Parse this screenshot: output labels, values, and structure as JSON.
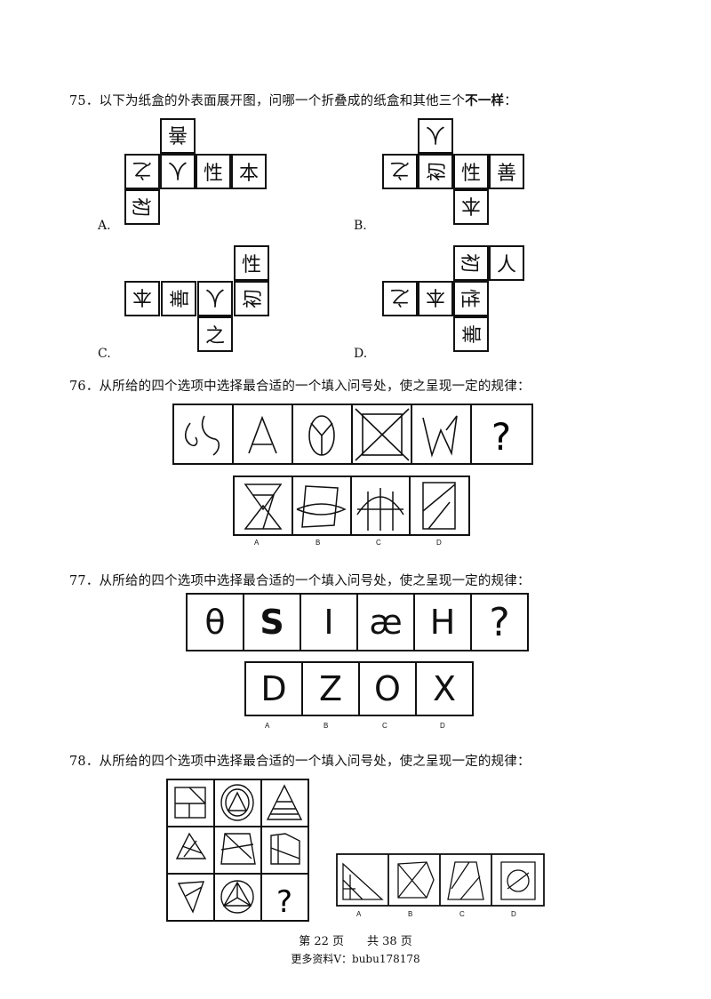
{
  "q75": {
    "title": "75．以下为纸盒的外表面展开图，问哪一个折叠成的纸盒和其他三个",
    "title_bold": "不一样",
    "title_end": "：",
    "options": [
      "A.",
      "B.",
      "C.",
      "D."
    ],
    "A": {
      "top": "善",
      "left": "之",
      "c1": "人",
      "c2": "性",
      "c3": "本",
      "bottom": "初"
    },
    "B": {
      "top": "人",
      "left": "之",
      "c1": "初",
      "c2": "性",
      "c3": "善",
      "bottom": "本"
    },
    "C": {
      "top": "性",
      "left": "本",
      "c1": "善",
      "c2": "人",
      "c3": "初",
      "bottom": "之"
    },
    "D": {
      "top1": "初",
      "top2": "人",
      "left": "之",
      "c1": "本",
      "c2": "性",
      "bottom": "善"
    }
  },
  "q76": {
    "title": "76．从所给的四个选项中选择最合适的一个填入问号处，使之呈现一定的规律：",
    "question_mark": "?",
    "labels": [
      "A",
      "B",
      "C",
      "D"
    ]
  },
  "q77": {
    "title": "77．从所给的四个选项中选择最合适的一个填入问号处，使之呈现一定的规律：",
    "sequence": [
      "θ",
      "S",
      "I",
      "æ",
      "H",
      "?"
    ],
    "options": [
      "D",
      "Z",
      "O",
      "X"
    ],
    "labels": [
      "A",
      "B",
      "C",
      "D"
    ]
  },
  "q78": {
    "title": "78．从所给的四个选项中选择最合适的一个填入问号处，使之呈现一定的规律：",
    "question_mark": "?",
    "labels": [
      "A",
      "B",
      "C",
      "D"
    ]
  },
  "footer": {
    "page": "第 22 页　　共 38 页",
    "contact": "更多资料V：bubu178178"
  }
}
